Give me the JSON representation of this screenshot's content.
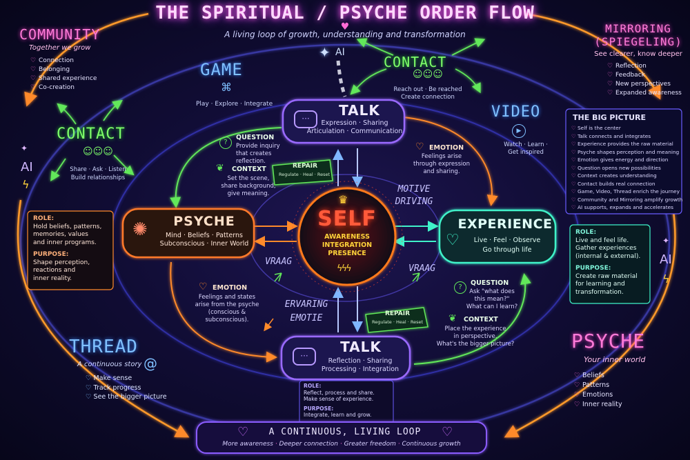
{
  "title": "THE SPIRITUAL / PSYCHE ORDER FLOW",
  "subtitle": "A living loop of growth, understanding and transformation",
  "community": {
    "title": "COMMUNITY",
    "tagline": "Together we grow",
    "items": [
      "Connection",
      "Belonging",
      "Shared experience",
      "Co-creation"
    ]
  },
  "mirroring": {
    "title_line1": "MIRRORING",
    "title_line2": "(SPIEGELING)",
    "tagline": "See clearer, know deeper",
    "items": [
      "Reflection",
      "Feedback",
      "New perspectives",
      "Expanded awareness"
    ]
  },
  "ai_labels": {
    "top": "AI",
    "left": "AI",
    "right": "AI"
  },
  "game": {
    "title": "GAME",
    "subtitle": "Play · Explore · Integrate"
  },
  "contact_top": {
    "title": "CONTACT",
    "subtitle_line1": "Reach out · Be reached",
    "subtitle_line2": "Create connection"
  },
  "contact_left": {
    "title": "CONTACT",
    "subtitle_line1": "Share · Ask · Listen",
    "subtitle_line2": "Build relationships"
  },
  "video": {
    "title": "VIDEO",
    "subtitle_line1": "Watch · Learn ·",
    "subtitle_line2": "Get inspired"
  },
  "big_picture": {
    "title": "THE BIG PICTURE",
    "items": [
      "Self is the center",
      "Talk connects and integrates",
      "Experience provides the raw material",
      "Psyche shapes perception and meaning",
      "Emotion gives energy and direction",
      "Question opens new possibilities",
      "Context creates understanding",
      "Contact builds real connection",
      "Game, Video, Thread enrich the journey",
      "Community and Mirroring amplify growth",
      "AI supports, expands and accelerates"
    ]
  },
  "talk_top": {
    "title": "TALK",
    "line1": "Expression · Sharing",
    "line2": "Articulation · Communication"
  },
  "talk_bottom": {
    "title": "TALK",
    "line1": "Reflection · Sharing",
    "line2": "Processing · Integration"
  },
  "psyche_node": {
    "title": "PSYCHE",
    "line1": "Mind · Beliefs · Patterns",
    "line2": "Subconscious · Inner World"
  },
  "experience_node": {
    "title": "EXPERIENCE",
    "line1": "Live · Feel · Observe",
    "line2": "Go through life"
  },
  "self_node": {
    "title": "SELF",
    "line1": "AWARENESS",
    "line2": "INTEGRATION",
    "line3": "PRESENCE"
  },
  "question_top": {
    "title": "QUESTION",
    "text": [
      "Provide inquiry",
      "that creates",
      "reflection."
    ]
  },
  "context_top": {
    "title": "CONTEXT",
    "text": [
      "Set the scene,",
      "share background,",
      "give meaning."
    ]
  },
  "repair_top": {
    "title": "REPAIR",
    "text": "Regulate · Heal · Reset"
  },
  "emotion_top": {
    "title": "EMOTION",
    "text": [
      "Feelings arise",
      "through expression",
      "and sharing."
    ]
  },
  "motive": {
    "line1": "MOTIVE",
    "line2": "DRIVING"
  },
  "vraag_left": "VRAAG",
  "vraag_right": "VRAAG",
  "ervaring": {
    "line1": "ERVARING",
    "line2": "EMOTIE"
  },
  "emotion_left": {
    "title": "EMOTION",
    "text": [
      "Feelings and states",
      "arise from the psyche",
      "(conscious &",
      "subconscious)."
    ]
  },
  "repair_bottom": {
    "title": "REPAIR",
    "text": "Regulate · Heal · Reset"
  },
  "question_bottom": {
    "title": "QUESTION",
    "text": [
      "Ask \"what does",
      "this mean?\"",
      "What can I learn?"
    ]
  },
  "context_bottom": {
    "title": "CONTEXT",
    "text": [
      "Place the experience",
      "in perspective.",
      "What's the bigger picture?"
    ]
  },
  "role_left": {
    "role_label": "ROLE:",
    "role_text": [
      "Hold beliefs, patterns,",
      "memories, values",
      "and inner programs."
    ],
    "purpose_label": "PURPOSE:",
    "purpose_text": [
      "Shape perception,",
      "reactions and",
      "inner reality."
    ]
  },
  "role_right": {
    "role_label": "ROLE:",
    "role_text": [
      "Live and feel life.",
      "Gather experiences",
      "(internal & external)."
    ],
    "purpose_label": "PURPOSE:",
    "purpose_text": [
      "Create raw material",
      "for learning and",
      "transformation."
    ]
  },
  "role_bottom": {
    "role_label": "ROLE:",
    "role_text": [
      "Reflect, process and share.",
      "Make sense of experience."
    ],
    "purpose_label": "PURPOSE:",
    "purpose_text": [
      "Integrate, learn and grow."
    ]
  },
  "thread": {
    "title": "THREAD",
    "tagline": "A continuous story",
    "items": [
      "Make sense",
      "Track progress",
      "See the bigger picture"
    ]
  },
  "psyche_corner": {
    "title": "PSYCHE",
    "tagline": "Your inner world",
    "items": [
      "Beliefs",
      "Patterns",
      "Emotions",
      "Inner reality"
    ]
  },
  "loop": {
    "title": "A CONTINUOUS, LIVING LOOP",
    "items": [
      "More awareness",
      "Deeper connection",
      "Greater freedom",
      "Continuous growth"
    ]
  },
  "colors": {
    "purple": "#8b5cff",
    "orange": "#ff8a2a",
    "teal": "#3ff2c9",
    "pink": "#ff4fd8",
    "green": "#62e85a",
    "blue": "#5aa8ff",
    "yellow": "#ffd23a",
    "red": "#ff4a3a"
  }
}
